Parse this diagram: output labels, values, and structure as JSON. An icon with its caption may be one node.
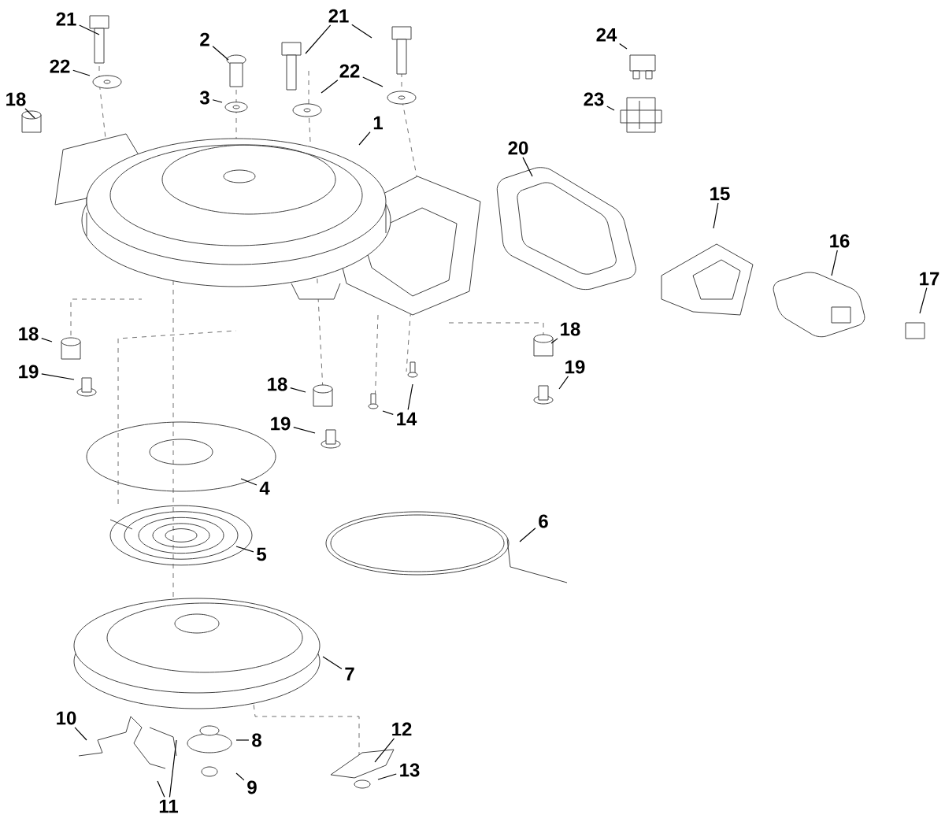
{
  "diagram": {
    "nodes": [
      {
        "text": [
          "21"
        ]
      },
      {
        "text": [
          "2"
        ]
      },
      {
        "text": [
          "21"
        ]
      },
      {
        "text": [
          "24"
        ]
      },
      {
        "text": [
          "22"
        ]
      },
      {
        "text": [
          "22"
        ]
      },
      {
        "text": [
          "3"
        ]
      },
      {
        "text": [
          "18"
        ]
      },
      {
        "text": [
          "23"
        ]
      },
      {
        "text": [
          "1"
        ]
      },
      {
        "text": [
          "20"
        ]
      },
      {
        "text": [
          "15"
        ]
      },
      {
        "text": [
          "16"
        ]
      },
      {
        "text": [
          "17"
        ]
      },
      {
        "text": [
          "18"
        ]
      },
      {
        "text": [
          "18"
        ]
      },
      {
        "text": [
          "19"
        ]
      },
      {
        "text": [
          "19"
        ]
      },
      {
        "text": [
          "18"
        ]
      },
      {
        "text": [
          "14"
        ]
      },
      {
        "text": [
          "19"
        ]
      },
      {
        "text": [
          "4"
        ]
      },
      {
        "text": [
          "6"
        ]
      },
      {
        "text": [
          "5"
        ]
      },
      {
        "text": [
          "7"
        ]
      },
      {
        "text": [
          "10"
        ]
      },
      {
        "text": [
          "12"
        ]
      },
      {
        "text": [
          "8"
        ]
      },
      {
        "text": [
          "13"
        ]
      },
      {
        "text": [
          "9"
        ]
      },
      {
        "text": [
          "11"
        ]
      }
    ],
    "edges": [
      {
        "from": 0,
        "to": null,
        "arrow": "none"
      },
      {
        "from": 1,
        "to": null,
        "arrow": "none"
      },
      {
        "from": 2,
        "to": null,
        "arrow": "none"
      },
      {
        "from": 2,
        "to": null,
        "arrow": "none"
      },
      {
        "from": 3,
        "to": null,
        "arrow": "none"
      },
      {
        "from": 4,
        "to": null,
        "arrow": "none"
      },
      {
        "from": 5,
        "to": null,
        "arrow": "none"
      },
      {
        "from": 5,
        "to": null,
        "arrow": "none"
      },
      {
        "from": 6,
        "to": null,
        "arrow": "none"
      },
      {
        "from": 7,
        "to": null,
        "arrow": "none"
      },
      {
        "from": 8,
        "to": null,
        "arrow": "none"
      },
      {
        "from": 9,
        "to": null,
        "arrow": "none"
      },
      {
        "from": 10,
        "to": null,
        "arrow": "none"
      },
      {
        "from": 11,
        "to": null,
        "arrow": "none"
      },
      {
        "from": 12,
        "to": null,
        "arrow": "none"
      },
      {
        "from": 13,
        "to": null,
        "arrow": "none"
      },
      {
        "from": 14,
        "to": null,
        "arrow": "none"
      },
      {
        "from": 15,
        "to": null,
        "arrow": "none"
      },
      {
        "from": 16,
        "to": null,
        "arrow": "none"
      },
      {
        "from": 17,
        "to": null,
        "arrow": "none"
      },
      {
        "from": 18,
        "to": null,
        "arrow": "none"
      },
      {
        "from": 19,
        "to": null,
        "arrow": "none"
      },
      {
        "from": 19,
        "to": null,
        "arrow": "none"
      },
      {
        "from": 20,
        "to": null,
        "arrow": "none"
      },
      {
        "from": 21,
        "to": null,
        "arrow": "none"
      },
      {
        "from": 22,
        "to": null,
        "arrow": "none"
      },
      {
        "from": 23,
        "to": null,
        "arrow": "none"
      },
      {
        "from": 24,
        "to": null,
        "arrow": "none"
      },
      {
        "from": 25,
        "to": null,
        "arrow": "none"
      },
      {
        "from": 26,
        "to": null,
        "arrow": "none"
      },
      {
        "from": 27,
        "to": null,
        "arrow": "none"
      },
      {
        "from": 28,
        "to": null,
        "arrow": "none"
      },
      {
        "from": 29,
        "to": null,
        "arrow": "none"
      },
      {
        "from": 30,
        "to": null,
        "arrow": "none"
      },
      {
        "from": 30,
        "to": null,
        "arrow": "none"
      }
    ]
  }
}
